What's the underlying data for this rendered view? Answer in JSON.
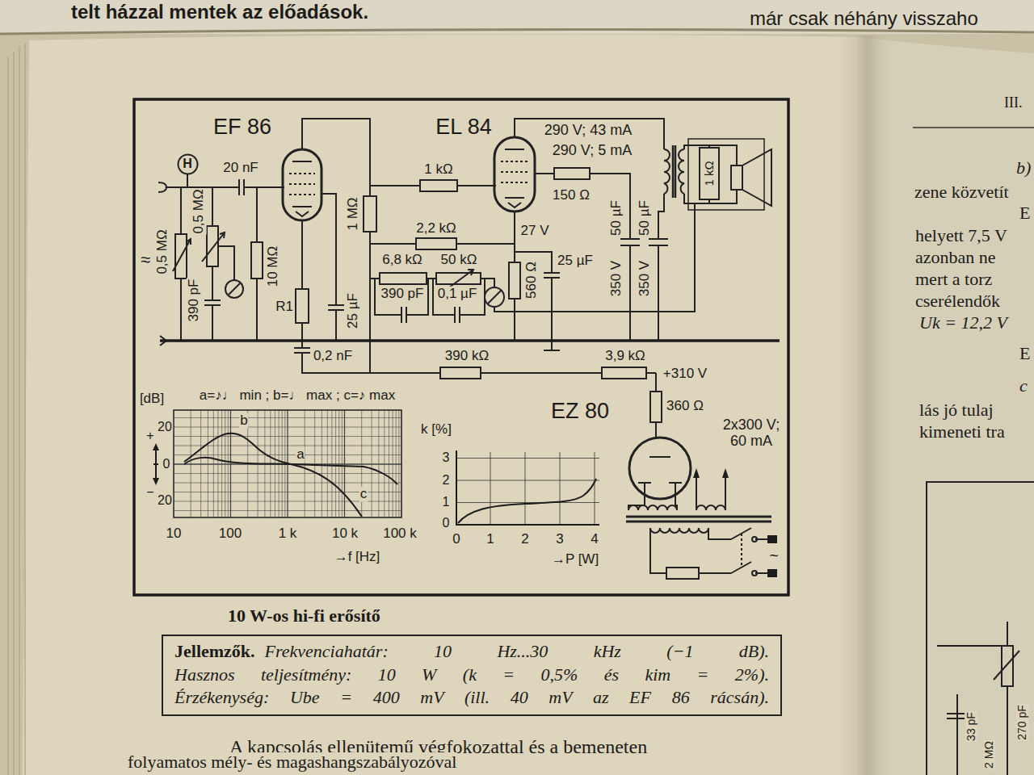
{
  "diagram": {
    "caption": "10 W-os hi-fi erősítő",
    "nodes": [
      {
        "text": [
          "H"
        ]
      },
      {
        "text": [
          "Jellemzők.",
          "Frekvenciahatár: 10 Hz...30 kHz (−1 dB).",
          "Hasznos teljesítmény: 10 W (k = 0,5% és kim = 2%).",
          "Érzékenység: Ube = 400 mV (ill. 40 mV az EF 86 rácsán)."
        ]
      }
    ],
    "labels": [
      "telt házzal mentek az előadások.",
      "már csak néhány visszaho",
      "III.",
      "b)",
      "zene közvetít",
      "E",
      "helyett 7,5 V",
      "azonban ne",
      "mert a torz",
      "cserélendők",
      "Uk = 12,2 V",
      "E",
      "c",
      "lás jó tulaj",
      "kimeneti tra",
      "33 pF",
      "270 pF",
      "2 MΩ",
      "EF 86",
      "EL 84",
      "290 V; 43 mA",
      "290 V; 5 mA",
      "20 nF",
      "≈",
      "0,5 MΩ",
      "0,5 MΩ",
      "390 pF",
      "10 MΩ",
      "1 MΩ",
      "1 kΩ",
      "150 Ω",
      "50 µF",
      "350 V",
      "50 µF",
      "350 V",
      "1 kΩ",
      "2,2 kΩ",
      "27 V",
      "6,8 kΩ",
      "50 kΩ",
      "25 µF",
      "390 pF",
      "0,1 µF",
      "560 Ω",
      "R1",
      "25 µF",
      "0,2 nF",
      "390 kΩ",
      "3,9 kΩ",
      "+310 V",
      "360 Ω",
      "EZ 80",
      "2x300 V; 60 mA",
      "~",
      "[dB]",
      "a=♪♩ min ; b=♩ max ; c=♪ max",
      "20",
      "0",
      "20",
      "10",
      "100",
      "1 k",
      "10 k",
      "100 k",
      "→f [Hz]",
      "a",
      "b",
      "c",
      "k [%]",
      "3",
      "2",
      "1",
      "0",
      "0",
      "1",
      "2",
      "3",
      "4",
      "→P [W]",
      "A kapcsolás ellenütemű végfokozattal és a bemeneten",
      "folyamatos mély- és magashangszabályozóval",
      "+",
      "−"
    ]
  }
}
